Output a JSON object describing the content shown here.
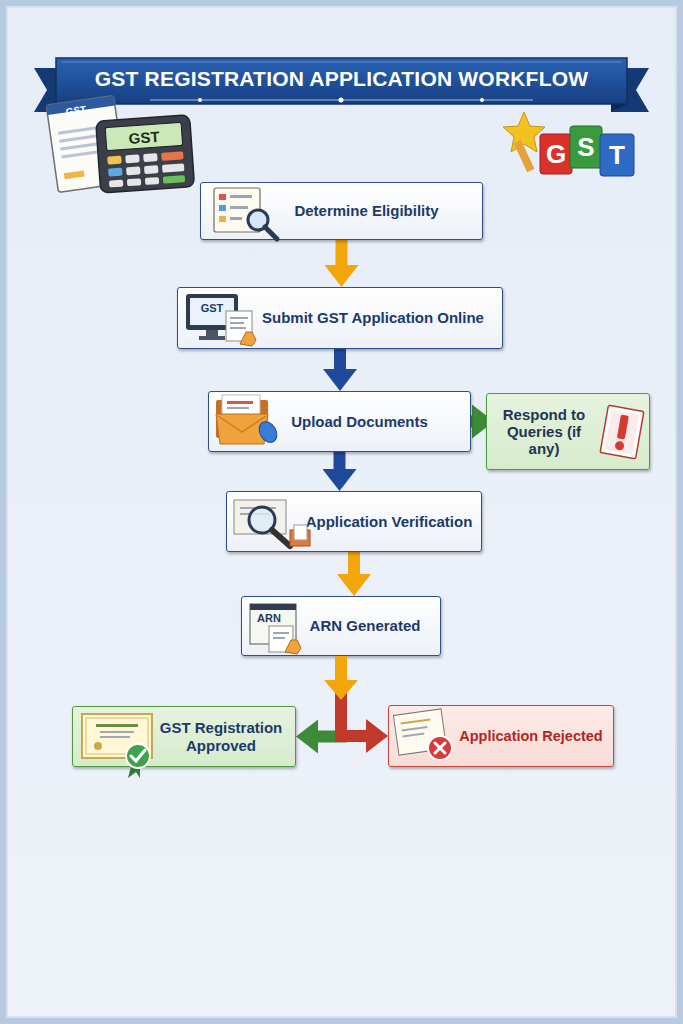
{
  "diagram": {
    "title": "GST REGISTRATION APPLICATION WORKFLOW",
    "nodes": [
      {
        "text": [
          "Determine Eligibility"
        ]
      },
      {
        "text": [
          "Submit GST Application Online"
        ]
      },
      {
        "text": [
          "Upload Documents"
        ]
      },
      {
        "text": [
          "Respond to Queries (if any)"
        ]
      },
      {
        "text": [
          "Application Verification"
        ]
      },
      {
        "text": [
          "ARN Generated"
        ]
      },
      {
        "text": [
          "GST Registration Approved"
        ]
      },
      {
        "text": [
          "Application Rejected"
        ]
      }
    ],
    "edges": [
      {
        "from": 0,
        "to": 1,
        "arrow": "to"
      },
      {
        "from": 1,
        "to": 2,
        "arrow": "to"
      },
      {
        "from": 2,
        "to": 3,
        "arrow": "to"
      },
      {
        "from": 2,
        "to": 4,
        "arrow": "to"
      },
      {
        "from": 4,
        "to": 5,
        "arrow": "to"
      },
      {
        "from": 5,
        "to": 6,
        "arrow": "to"
      },
      {
        "from": 5,
        "to": 7,
        "arrow": "to"
      }
    ],
    "labels": [
      "GST",
      "GST",
      "G",
      "S",
      "T",
      "GST",
      "ARN"
    ]
  }
}
